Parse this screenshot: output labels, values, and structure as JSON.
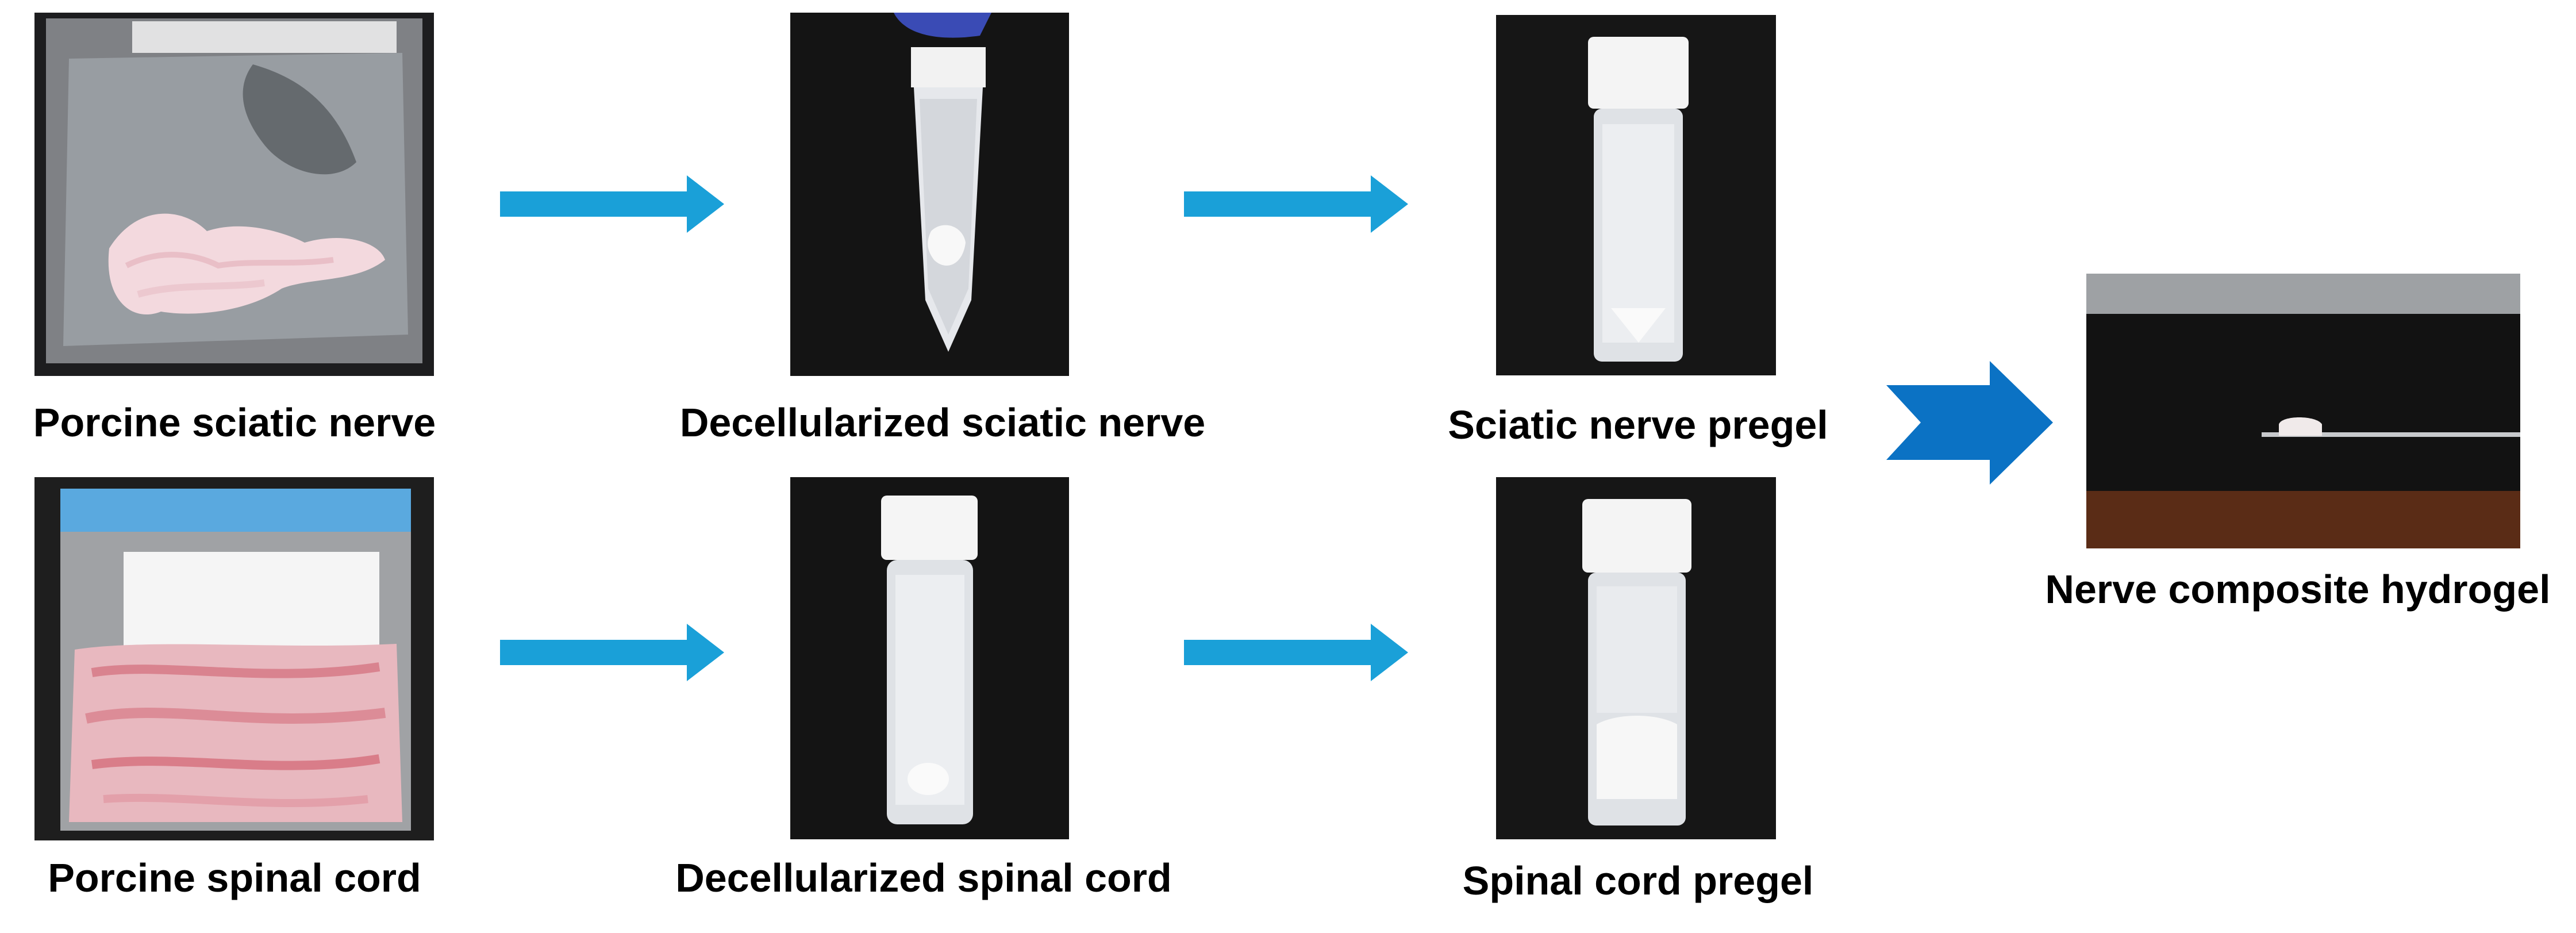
{
  "rows": [
    {
      "steps": [
        {
          "label": "Porcine sciatic nerve"
        },
        {
          "label": "Decellularized sciatic nerve"
        },
        {
          "label": "Sciatic nerve pregel"
        }
      ]
    },
    {
      "steps": [
        {
          "label": "Porcine spinal cord"
        },
        {
          "label": "Decellularized spinal cord"
        },
        {
          "label": "Spinal cord pregel"
        }
      ]
    }
  ],
  "final": {
    "label": "Nerve composite hydrogel"
  },
  "colors": {
    "small_arrow": "#1aa0d8",
    "big_arrow": "#0b72c4"
  }
}
